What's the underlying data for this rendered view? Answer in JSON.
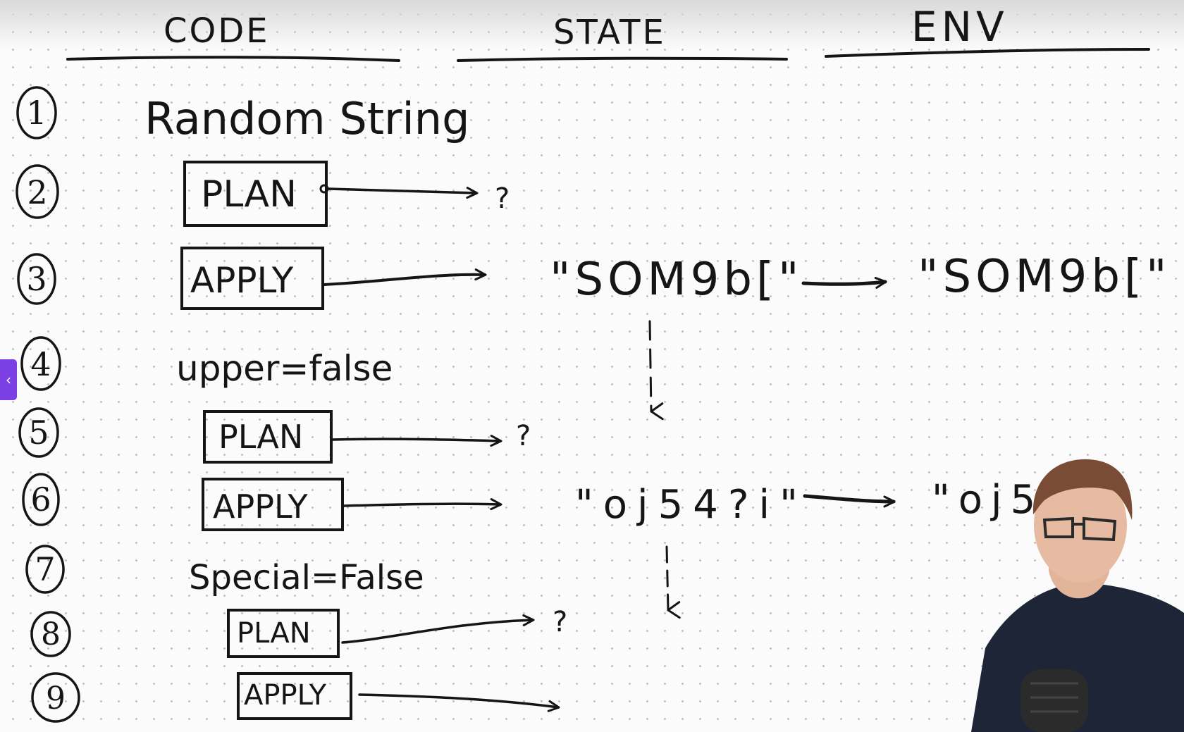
{
  "headers": {
    "code": "CODE",
    "state": "STATE",
    "env": "ENV"
  },
  "steps": [
    {
      "number": "1",
      "code": "Random String",
      "state": "",
      "env": ""
    },
    {
      "number": "2",
      "code": "PLAN",
      "state": "?",
      "env": ""
    },
    {
      "number": "3",
      "code": "APPLY",
      "state": "\"SOM9b[\"",
      "env": "\"SOM9b[\""
    },
    {
      "number": "4",
      "code": "upper=false",
      "state": "",
      "env": ""
    },
    {
      "number": "5",
      "code": "PLAN",
      "state": "?",
      "env": ""
    },
    {
      "number": "6",
      "code": "APPLY",
      "state": "\"oj54?i\"",
      "env": "\"oj54?i"
    },
    {
      "number": "7",
      "code": "Special=False",
      "state": "",
      "env": ""
    },
    {
      "number": "8",
      "code": "PLAN",
      "state": "?",
      "env": ""
    },
    {
      "number": "9",
      "code": "APPLY",
      "state": "",
      "env": ""
    }
  ],
  "sidebar_toggle": {
    "glyph": "‹",
    "color": "#7b3fe4"
  },
  "icons": {
    "arrow": "right-arrow-icon",
    "down_arrow": "dashed-down-arrow-icon",
    "collapse": "chevron-left-icon"
  }
}
